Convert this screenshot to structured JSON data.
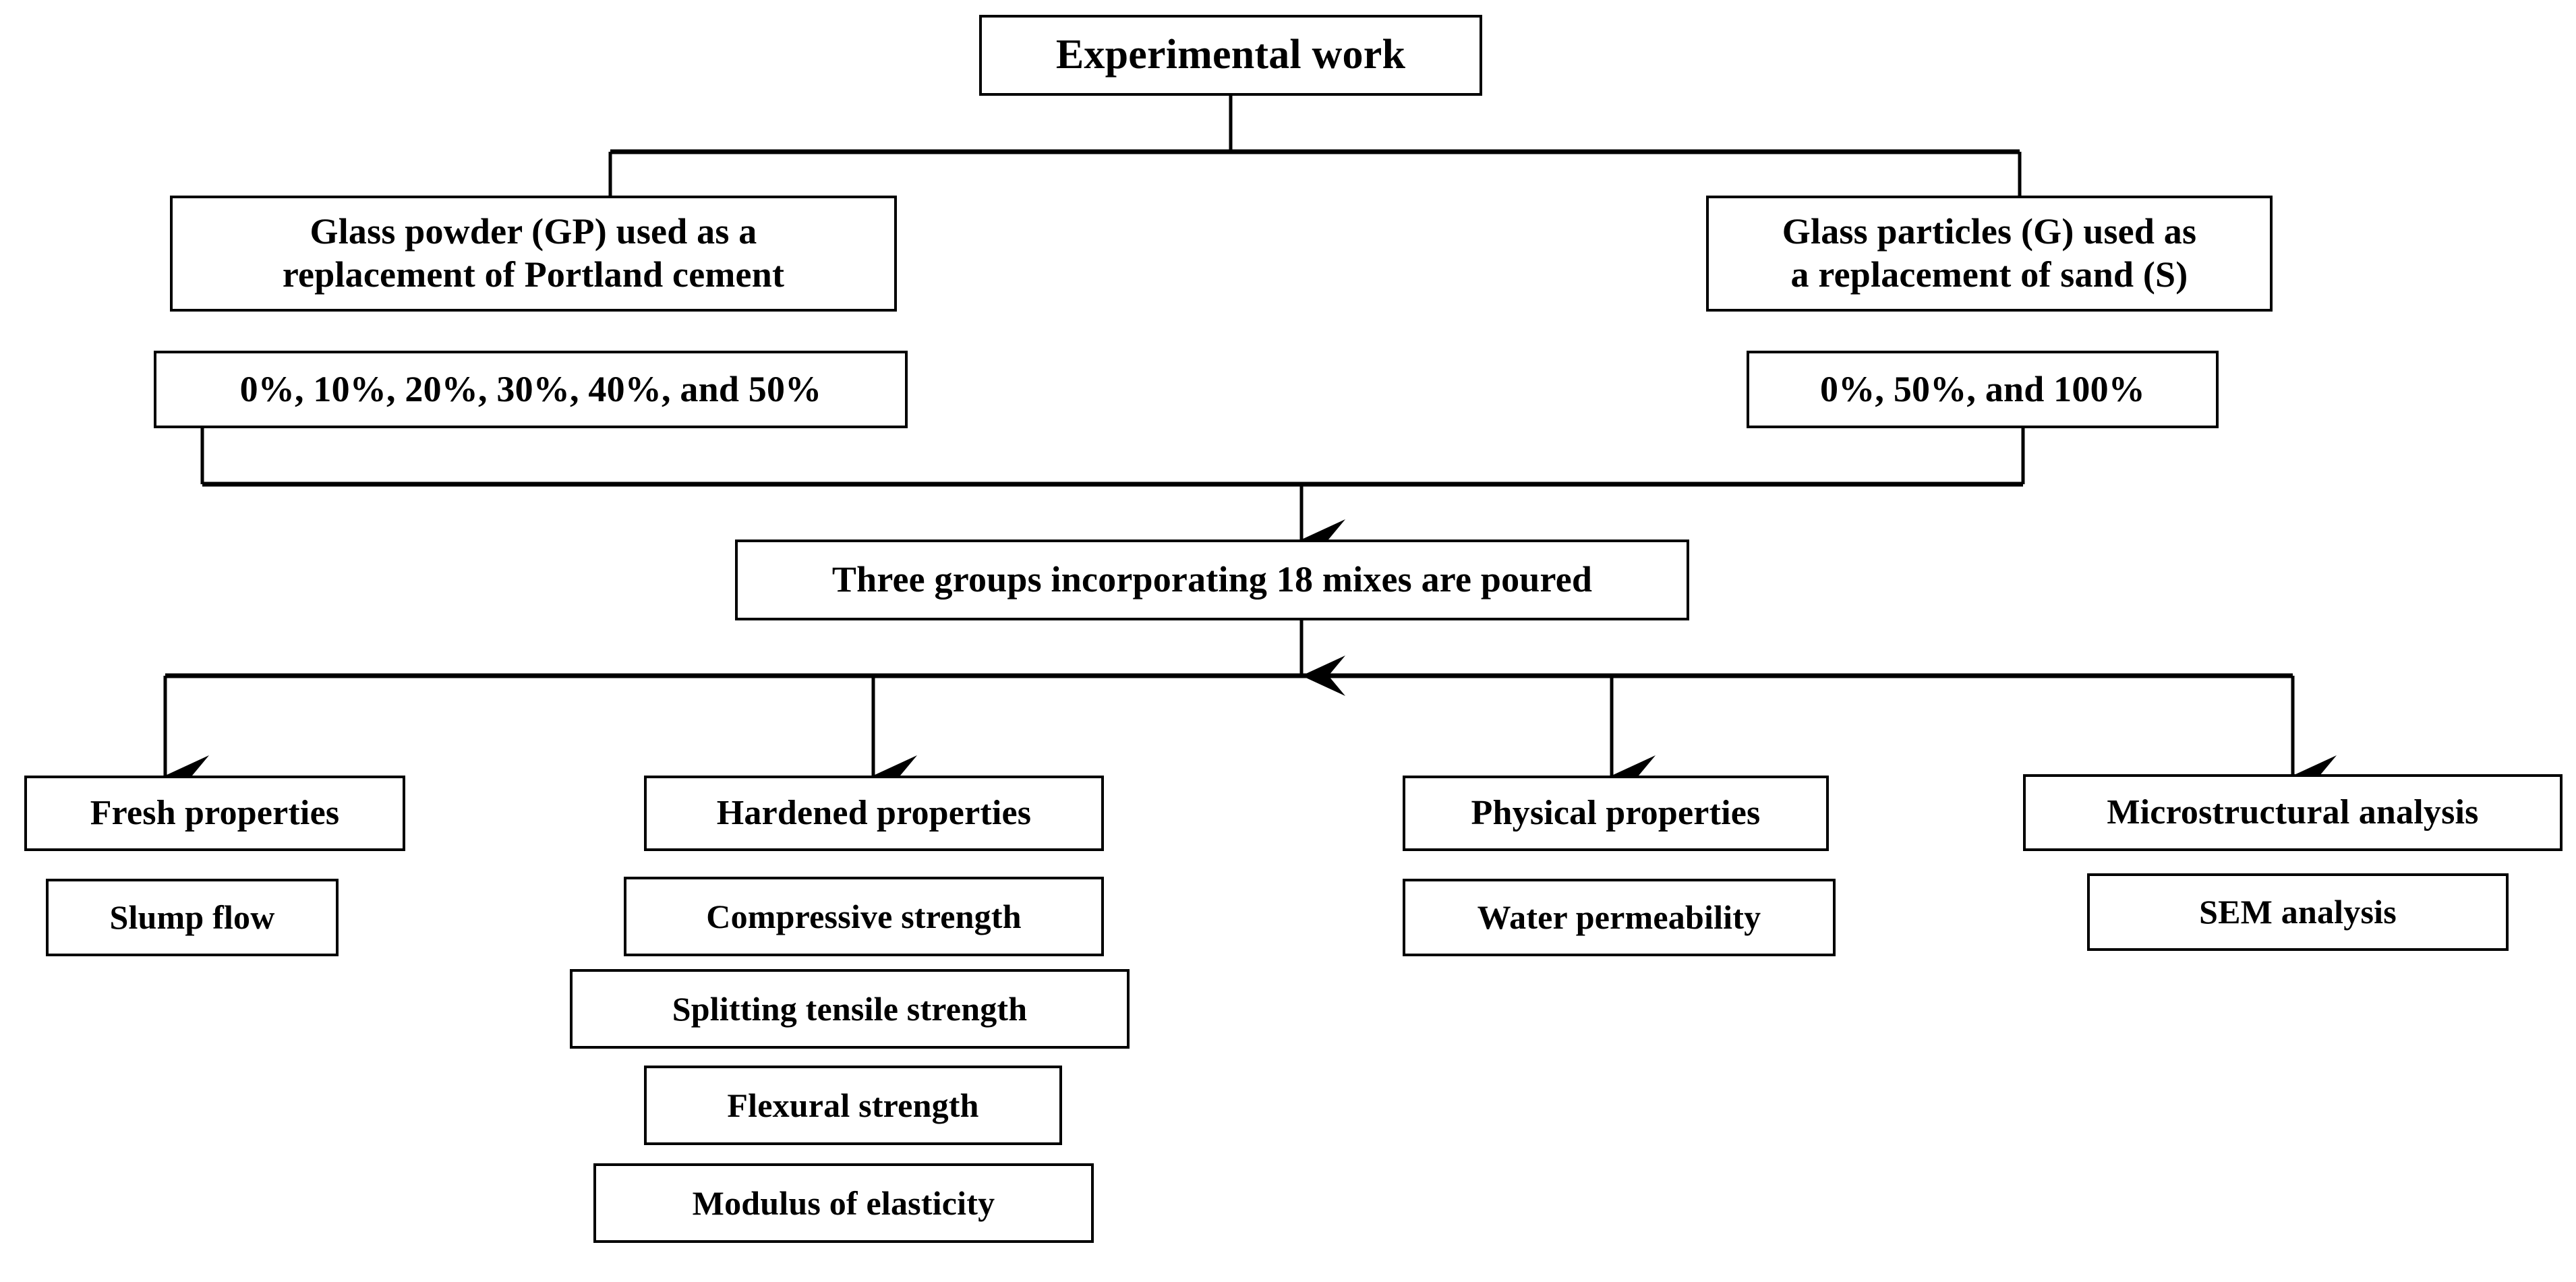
{
  "diagram": {
    "title": "Experimental work",
    "root": {
      "label": "Experimental work"
    },
    "branches": [
      {
        "id": "glass-powder",
        "label": "Glass powder (GP) used as a\nreplacement of Portland cement",
        "dosages_label": "0%, 10%, 20%, 30%, 40%, and 50%"
      },
      {
        "id": "glass-particles",
        "label": "Glass particles (G) used as\na replacement of sand (S)",
        "dosages_label": "0%, 50%, and 100%"
      }
    ],
    "merge": {
      "label": "Three groups incorporating 18 mixes are poured"
    },
    "categories": [
      {
        "id": "fresh-properties",
        "header": "Fresh properties",
        "tests": [
          "Slump flow"
        ]
      },
      {
        "id": "hardened-properties",
        "header": "Hardened properties",
        "tests": [
          "Compressive strength",
          "Splitting tensile strength",
          "Flexural strength",
          "Modulus of elasticity"
        ]
      },
      {
        "id": "physical-properties",
        "header": "Physical properties",
        "tests": [
          "Water permeability"
        ]
      },
      {
        "id": "microstructural-analysis",
        "header": "Microstructural analysis",
        "tests": [
          "SEM analysis"
        ]
      }
    ],
    "colors": {
      "line": "#000000",
      "box_border": "#000000",
      "background": "#ffffff",
      "text": "#000000"
    }
  }
}
